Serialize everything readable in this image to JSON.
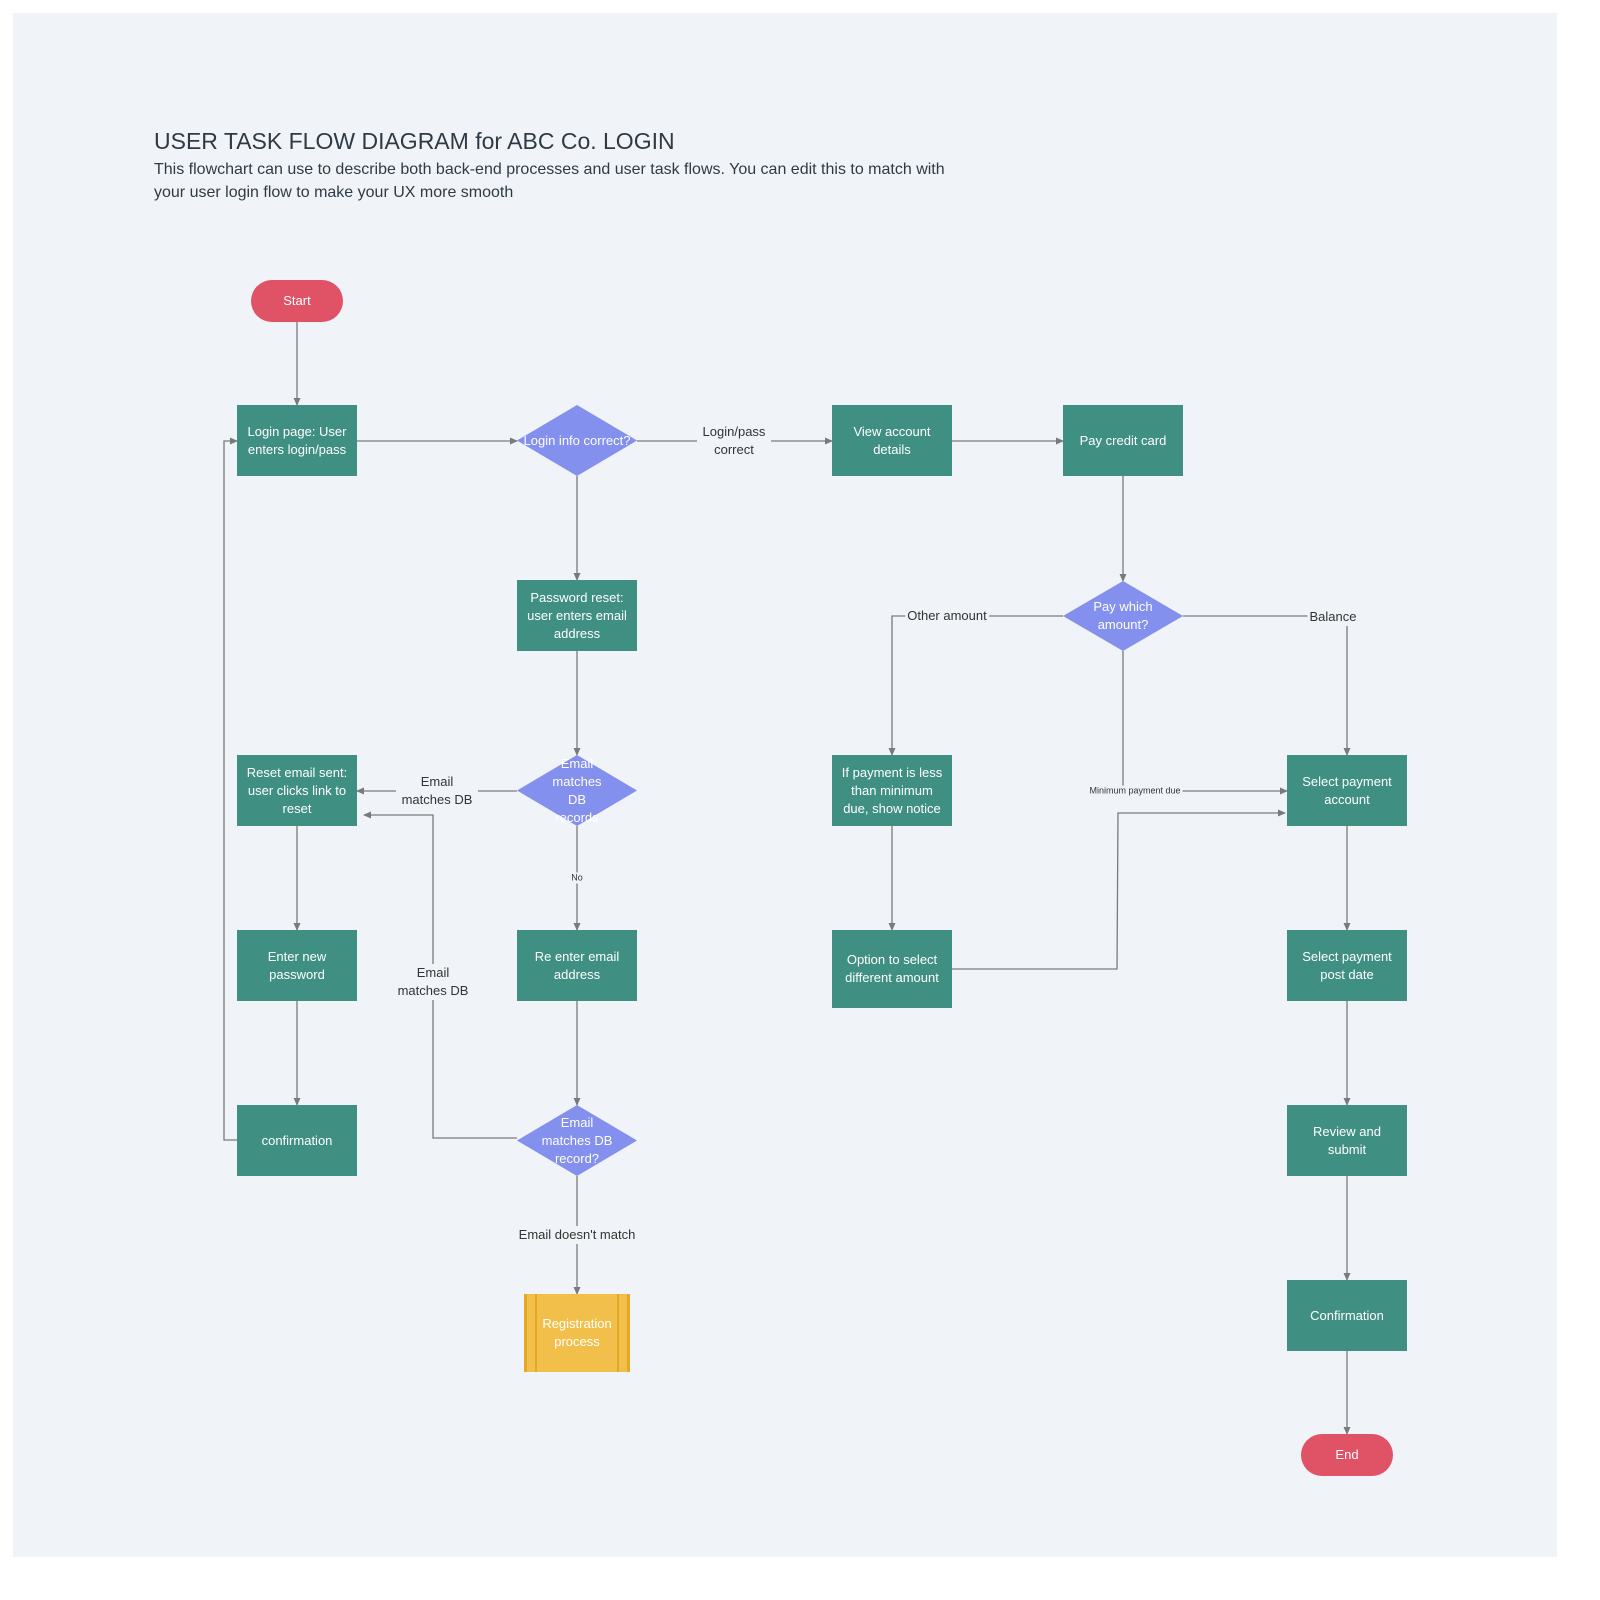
{
  "diagram": {
    "title": "USER TASK FLOW DIAGRAM for ABC Co. LOGIN",
    "subtitle": "This flowchart can use to describe both back-end processes and user task flows. You  can edit this to match with your user login flow to make your UX more smooth"
  },
  "nodes": {
    "start": "Start",
    "login_page": "Login page: User enters login/pass",
    "login_correct": "Login info correct?",
    "view_account": "View account details",
    "pay_credit_card": "Pay credit card",
    "password_reset": "Password reset: user enters email address",
    "pay_which": "Pay which amount?",
    "reset_email_sent": "Reset email sent: user clicks link to reset",
    "email_matches_db_records": "Email matches DB records",
    "if_payment_less": "If payment is less than minimum due, show notice",
    "select_payment_account": "Select payment account",
    "enter_new_password": "Enter new password",
    "re_enter_email": "Re enter email address",
    "option_select_amount": "Option to select different amount",
    "select_payment_post_date": "Select payment post date",
    "confirmation_left": "confirmation",
    "email_matches_db_record": "Email matches DB record?",
    "review_submit": "Review and submit",
    "registration": "Registration process",
    "confirmation_right": "Confirmation",
    "end": "End"
  },
  "edge_labels": {
    "login_pass_correct": "Login/pass correct",
    "email_matches_db_1": "Email matches DB",
    "email_matches_db_2": "Email matches DB",
    "no": "No",
    "email_doesnt_match": "Email doesn't match",
    "other_amount": "Other amount",
    "balance": "Balance",
    "minimum_payment_due": "Minimum payment due"
  },
  "colors": {
    "process": "#3f8f83",
    "decision": "#8390ee",
    "terminal": "#e05266",
    "subprocess": "#f2c04a",
    "connector": "#7a7a7a",
    "background": "#f0f4f8"
  }
}
